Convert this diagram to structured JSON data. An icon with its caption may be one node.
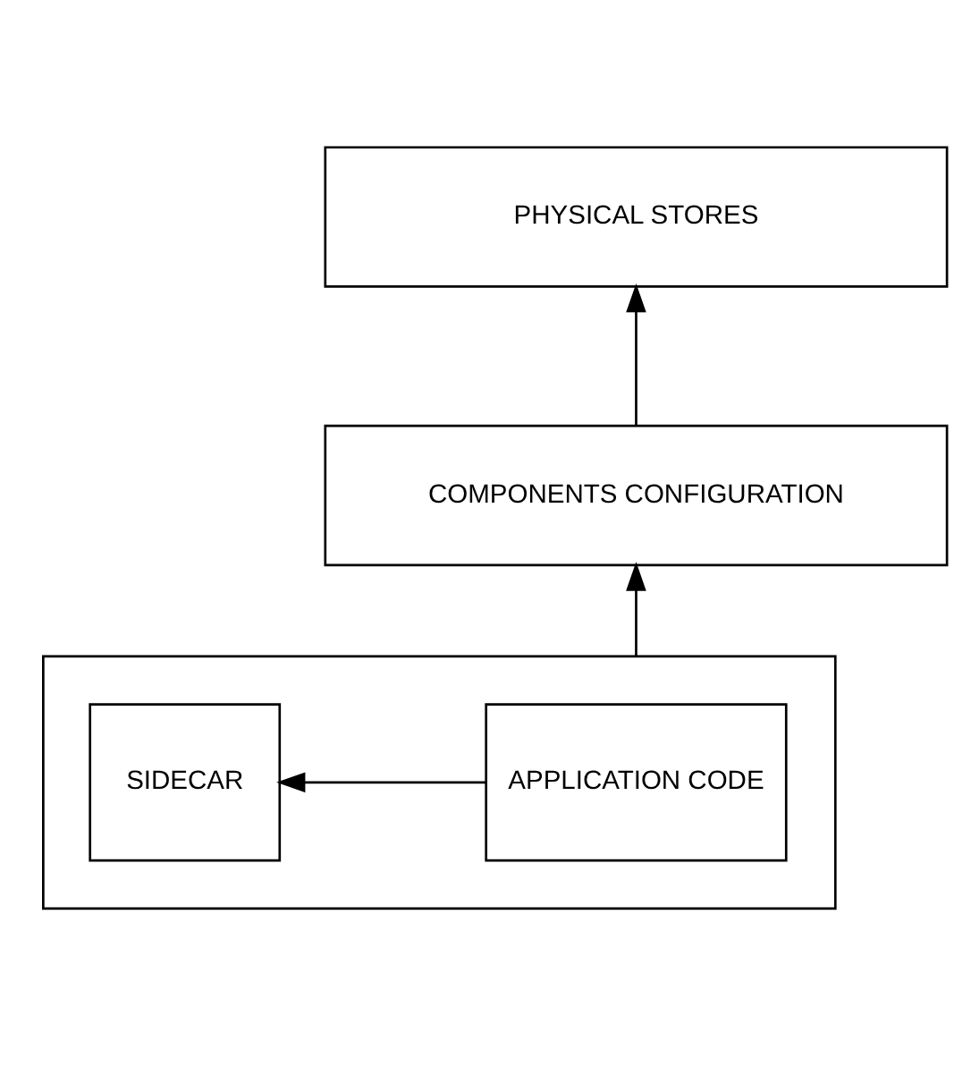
{
  "diagram": {
    "nodes": [
      {
        "text": [
          "PHYSICAL STORES"
        ]
      },
      {
        "text": [
          "COMPONENTS CONFIGURATION"
        ]
      },
      {
        "text": [],
        "shape": "box"
      },
      {
        "text": [
          "SIDECAR"
        ],
        "in": 2
      },
      {
        "text": [
          "APPLICATION CODE"
        ],
        "in": 2
      }
    ],
    "edges": [
      {
        "from": 2,
        "to": 1,
        "arrow": "to"
      },
      {
        "from": 1,
        "to": 0,
        "arrow": "to"
      },
      {
        "from": 4,
        "to": 3,
        "arrow": "to"
      }
    ]
  }
}
